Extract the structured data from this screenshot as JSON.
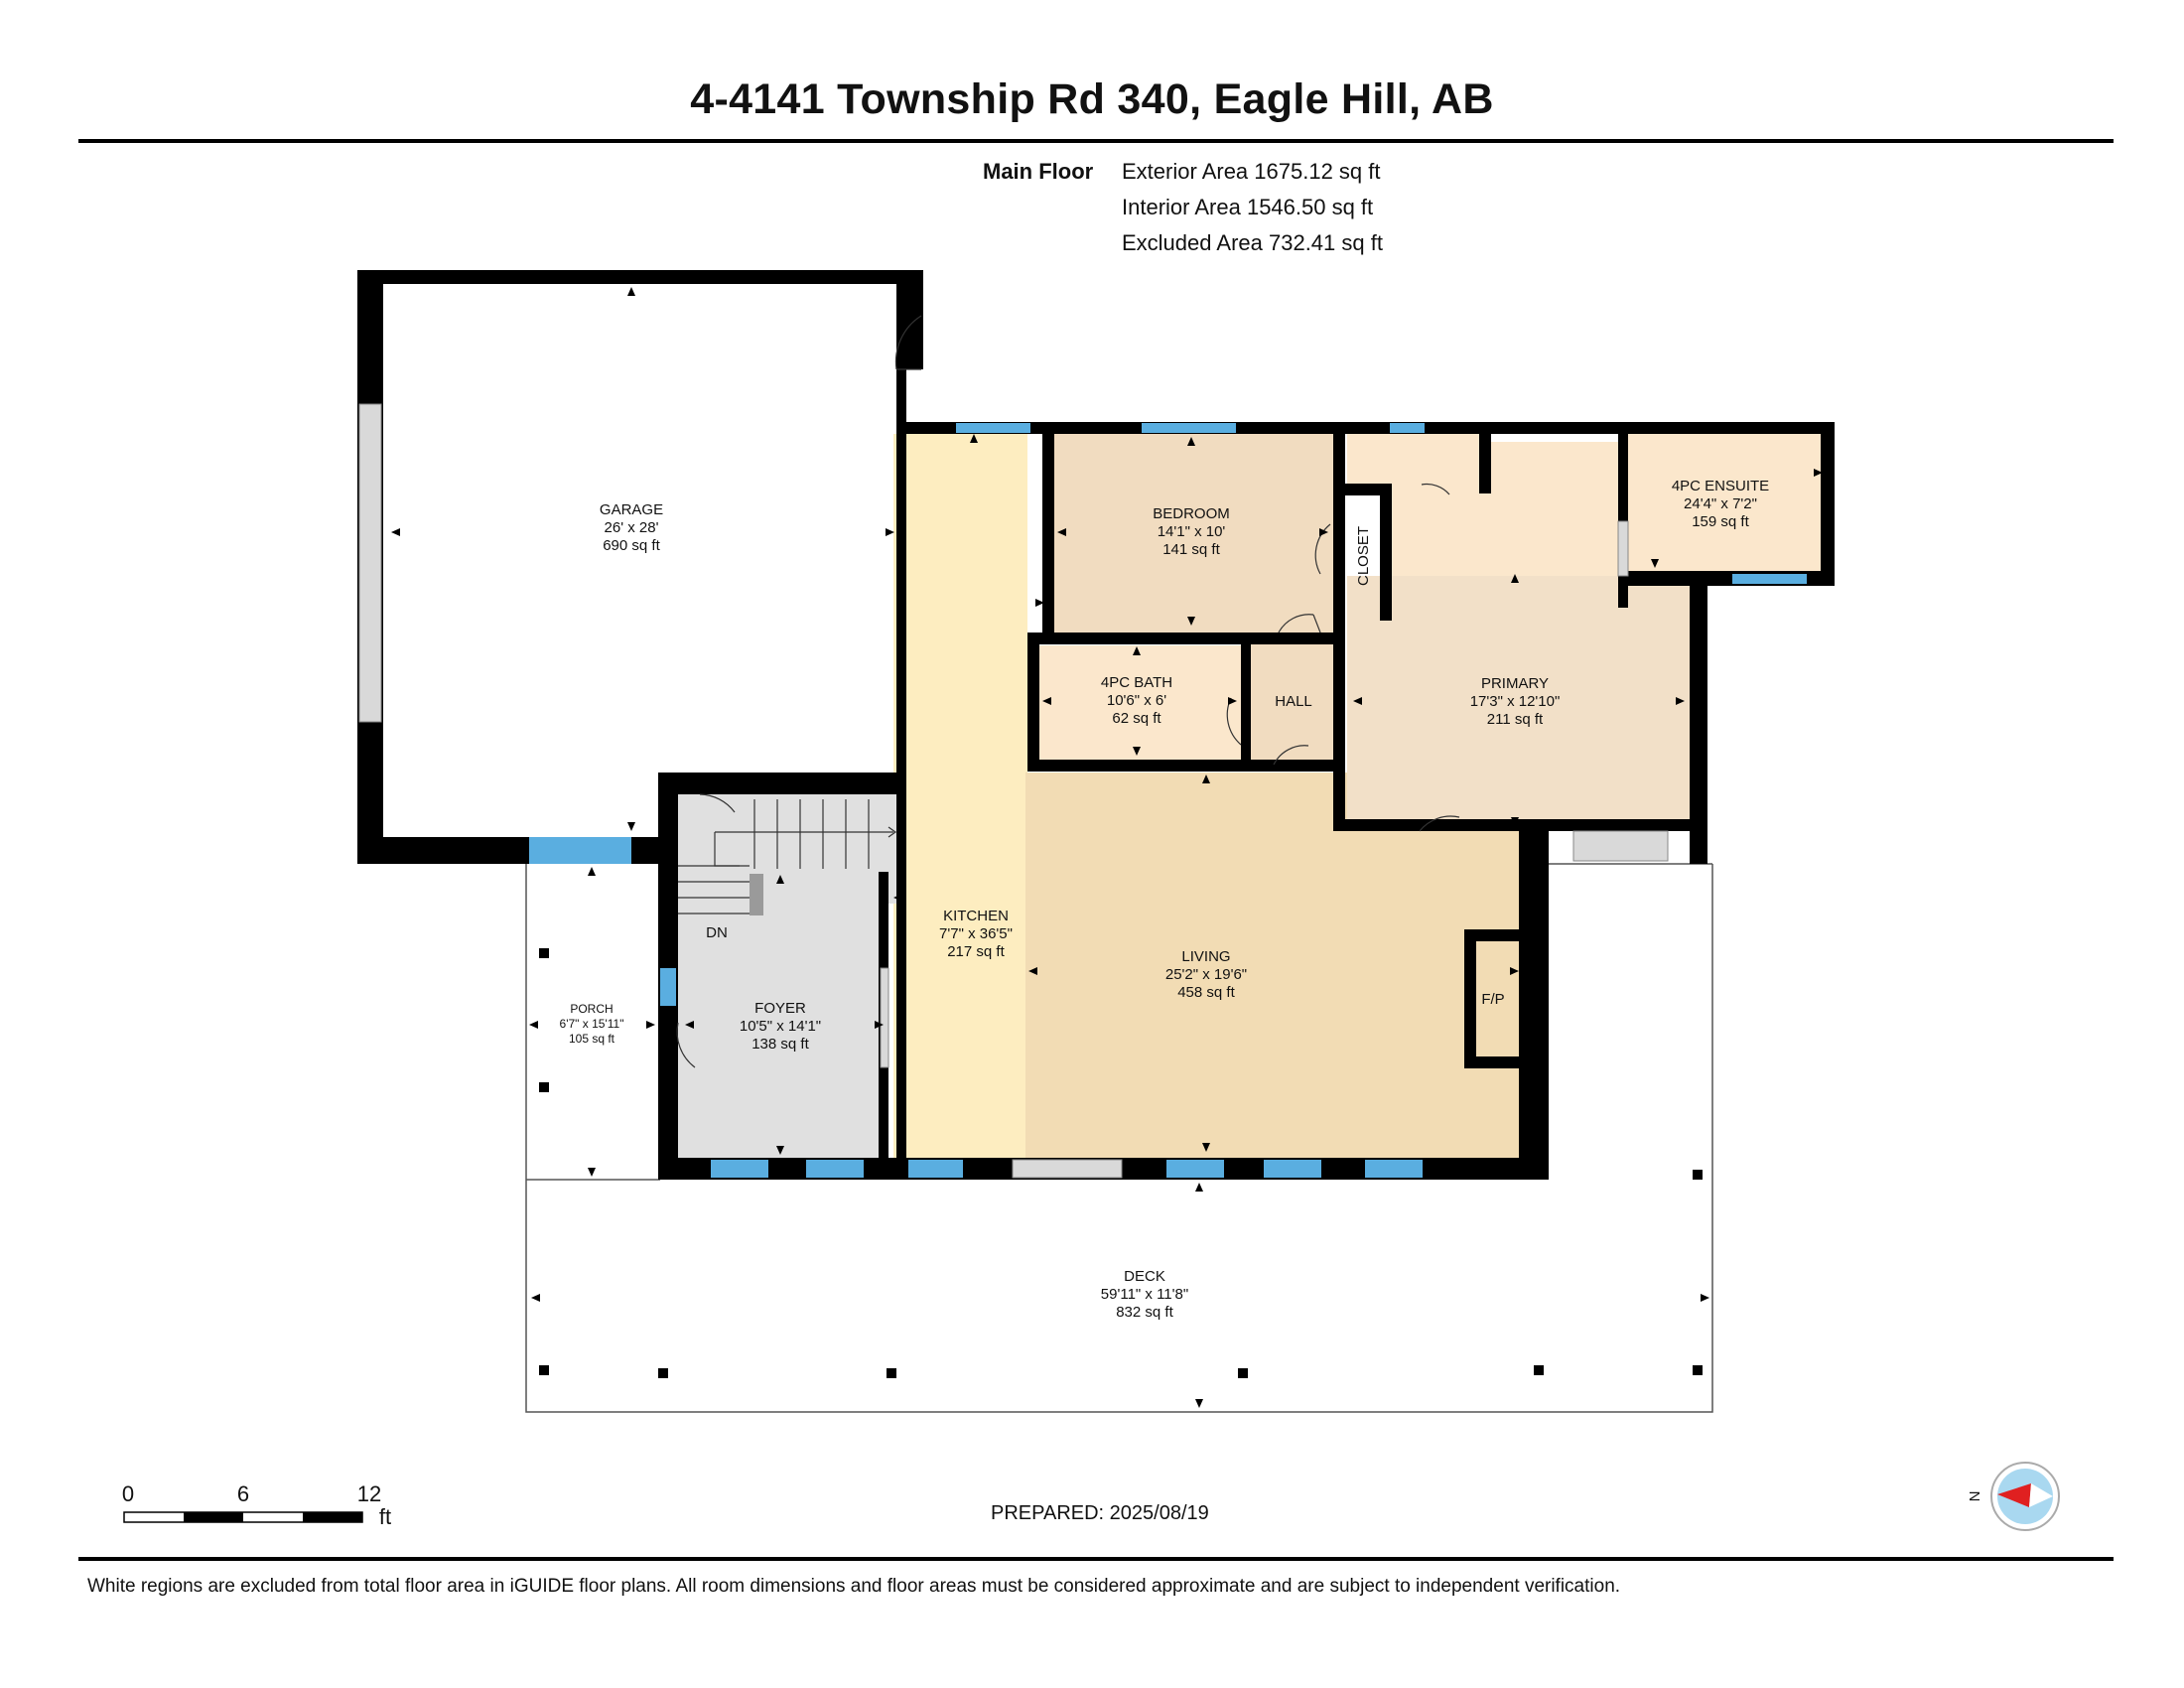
{
  "title": "4-4141 Township Rd 340, Eagle Hill, AB",
  "floor": {
    "name": "Main Floor",
    "exterior_area": "Exterior Area 1675.12 sq ft",
    "interior_area": "Interior Area 1546.50 sq ft",
    "excluded_area": "Excluded Area 732.41 sq ft"
  },
  "rooms": {
    "garage": {
      "name": "GARAGE",
      "dims": "26' x 28'",
      "area": "690 sq ft"
    },
    "bedroom": {
      "name": "BEDROOM",
      "dims": "14'1\" x 10'",
      "area": "141 sq ft"
    },
    "closet": {
      "name": "CLOSET"
    },
    "ensuite": {
      "name": "4PC ENSUITE",
      "dims": "24'4\" x 7'2\"",
      "area": "159 sq ft"
    },
    "bath": {
      "name": "4PC BATH",
      "dims": "10'6\" x 6'",
      "area": "62 sq ft"
    },
    "hall": {
      "name": "HALL"
    },
    "primary": {
      "name": "PRIMARY",
      "dims": "17'3\" x 12'10\"",
      "area": "211 sq ft"
    },
    "kitchen": {
      "name": "KITCHEN",
      "dims": "7'7\" x 36'5\"",
      "area": "217 sq ft"
    },
    "living": {
      "name": "LIVING",
      "dims": "25'2\" x 19'6\"",
      "area": "458 sq ft"
    },
    "fireplace": {
      "name": "F/P"
    },
    "foyer": {
      "name": "FOYER",
      "dims": "10'5\" x 14'1\"",
      "area": "138 sq ft"
    },
    "porch": {
      "name": "PORCH",
      "dims": "6'7\" x 15'11\"",
      "area": "105 sq ft"
    },
    "deck": {
      "name": "DECK",
      "dims": "59'11\" x 11'8\"",
      "area": "832 sq ft"
    },
    "stairs": {
      "name": "DN"
    }
  },
  "colors": {
    "wall": "#000000",
    "window": "#5aaee0",
    "kitchen": "#fdedc0",
    "living": "#f2dcb4",
    "bedroom": "#f1dcc0",
    "primary": "#f2e0c8",
    "ensuite": "#fbe7cc",
    "bath": "#fbe7cc",
    "hall": "#f1dcc0",
    "foyer": "#e0e0e0",
    "compass": "#a9d8f0",
    "compass_needle": "#e02020"
  },
  "scale": {
    "ticks": [
      "0",
      "6",
      "12"
    ],
    "unit": "ft"
  },
  "compass": {
    "label": "N"
  },
  "prepared": "PREPARED: 2025/08/19",
  "disclaimer": "White regions are excluded from total floor area in iGUIDE floor plans. All room dimensions and floor areas must be considered approximate and are subject to independent verification."
}
